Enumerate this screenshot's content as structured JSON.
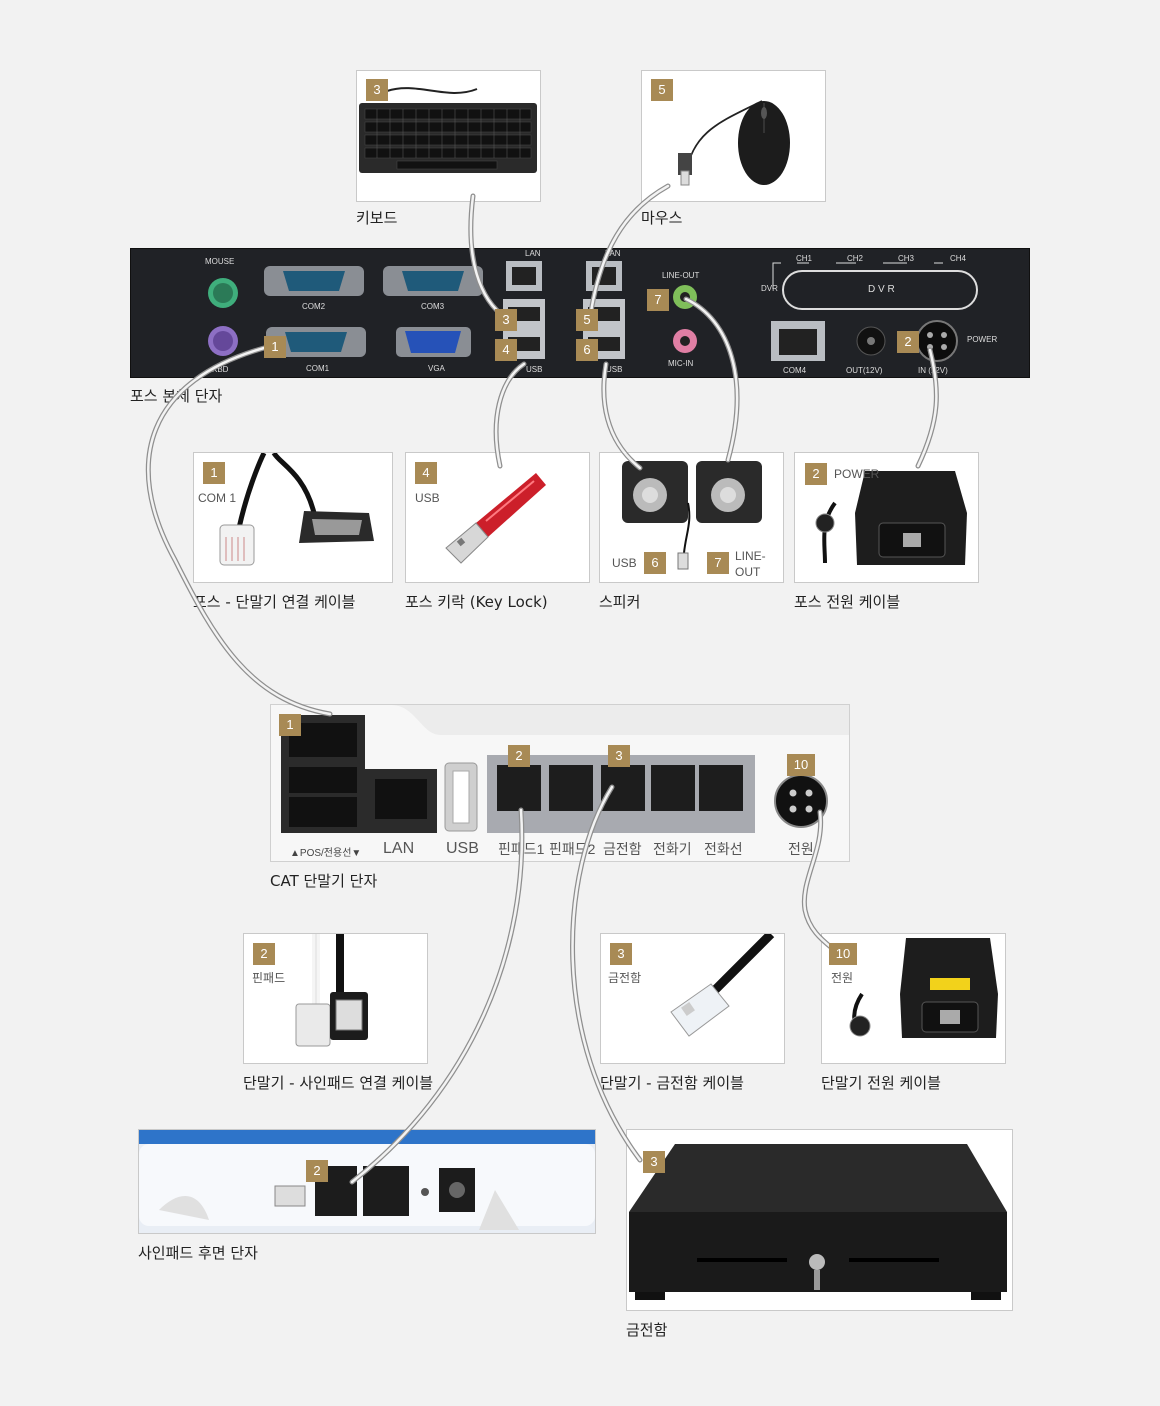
{
  "captions": {
    "keyboard": "키보드",
    "mouse": "마우스",
    "pos_body": "포스 본체 단자",
    "pos_cat_cable": "포스 - 단말기 연결 케이블",
    "keylock": "포스 키락 (Key Lock)",
    "speaker": "스피커",
    "pos_power": "포스 전원 케이블",
    "cat": "CAT 단말기 단자",
    "signpad_cable": "단말기 - 사인패드 연결 케이블",
    "drawer_cable": "단말기 - 금전함 케이블",
    "cat_power": "단말기 전원 케이블",
    "signpad_rear": "사인패드 후면 단자",
    "drawer": "금전함"
  },
  "badges": {
    "b1": "1",
    "b2": "2",
    "b3": "3",
    "b4": "4",
    "b5": "5",
    "b6": "6",
    "b7": "7",
    "b10": "10"
  },
  "mini_labels": {
    "com1": "COM 1",
    "usb": "USB",
    "power": "POWER",
    "line_out": "LINE-OUT",
    "signpad": "핀패드",
    "drawer": "금전함",
    "power_ko": "전원"
  },
  "pos_panel": {
    "mouse": "MOUSE",
    "kbd": "KBD",
    "com2": "COM2",
    "com3": "COM3",
    "com1": "COM1",
    "vga": "VGA",
    "lan1": "LAN",
    "lan2": "LAN",
    "usb1": "USB",
    "usb2": "USB",
    "line_out": "LINE-OUT",
    "mic_in": "MIC-IN",
    "dvr_side": "DVR",
    "ch1": "CH1",
    "ch2": "CH2",
    "ch3": "CH3",
    "ch4": "CH4",
    "dvr": "D V R",
    "com4": "COM4",
    "out": "OUT(12V)",
    "in": "IN (12V)",
    "power": "POWER"
  },
  "cat_panel": {
    "pos": "▲POS/전용선▼",
    "lan": "LAN",
    "usb": "USB",
    "pinpad1": "핀패드1",
    "pinpad2": "핀패드2",
    "drawer": "금전함",
    "phone1": "전화기",
    "phone2": "전화선",
    "power": "전원"
  },
  "colors": {
    "background": "#f2f2f2",
    "badge": "#a88a55",
    "panel": "#202226",
    "cable": "#9a9a9a"
  }
}
